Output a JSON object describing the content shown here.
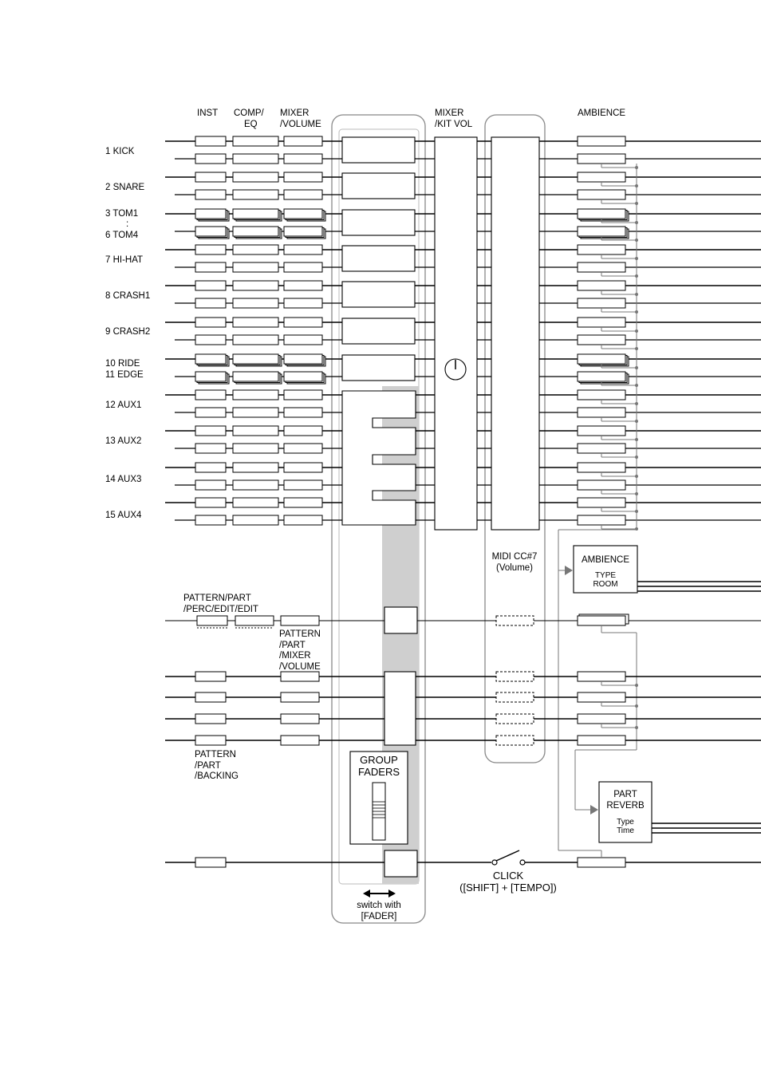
{
  "headers": {
    "inst": "INST",
    "comp1": "COMP/",
    "comp2": "EQ",
    "mixer1": "MIXER",
    "mixer2": "/VOLUME",
    "kitvol1": "MIXER",
    "kitvol2": "/KIT VOL",
    "ambience": "AMBIENCE"
  },
  "channels": [
    {
      "label": "1  KICK"
    },
    {
      "label": "2  SNARE"
    },
    {
      "label": "3  TOM1"
    },
    {
      "label": ":"
    },
    {
      "label": "6  TOM4"
    },
    {
      "label": "7  HI-HAT"
    },
    {
      "label": "8  CRASH1"
    },
    {
      "label": "9  CRASH2"
    },
    {
      "label": "10  RIDE"
    },
    {
      "label": "11  EDGE"
    },
    {
      "label": "12  AUX1"
    },
    {
      "label": "13  AUX2"
    },
    {
      "label": "14  AUX3"
    },
    {
      "label": "15  AUX4"
    }
  ],
  "pattern_perc": {
    "line1": "PATTERN/PART",
    "line2": "/PERC/EDIT/EDIT"
  },
  "pattern_mixer": {
    "line1": "PATTERN",
    "line2": "/PART",
    "line3": "/MIXER",
    "line4": "/VOLUME"
  },
  "pattern_backing": {
    "line1": "PATTERN",
    "line2": "/PART",
    "line3": "/BACKING"
  },
  "midi": {
    "line1": "MIDI CC#7",
    "line2": "(Volume)"
  },
  "ambience_box": {
    "title": "AMBIENCE",
    "line1": "TYPE",
    "line2": "ROOM"
  },
  "part_reverb_box": {
    "title1": "PART",
    "title2": "REVERB",
    "line1": "Type",
    "line2": "Time"
  },
  "group_faders": {
    "line1": "GROUP",
    "line2": "FADERS"
  },
  "switch_label": {
    "line1": "switch with",
    "line2": "[FADER]"
  },
  "click_label": {
    "line1": "CLICK",
    "line2": "([SHIFT] + [TEMPO])"
  }
}
